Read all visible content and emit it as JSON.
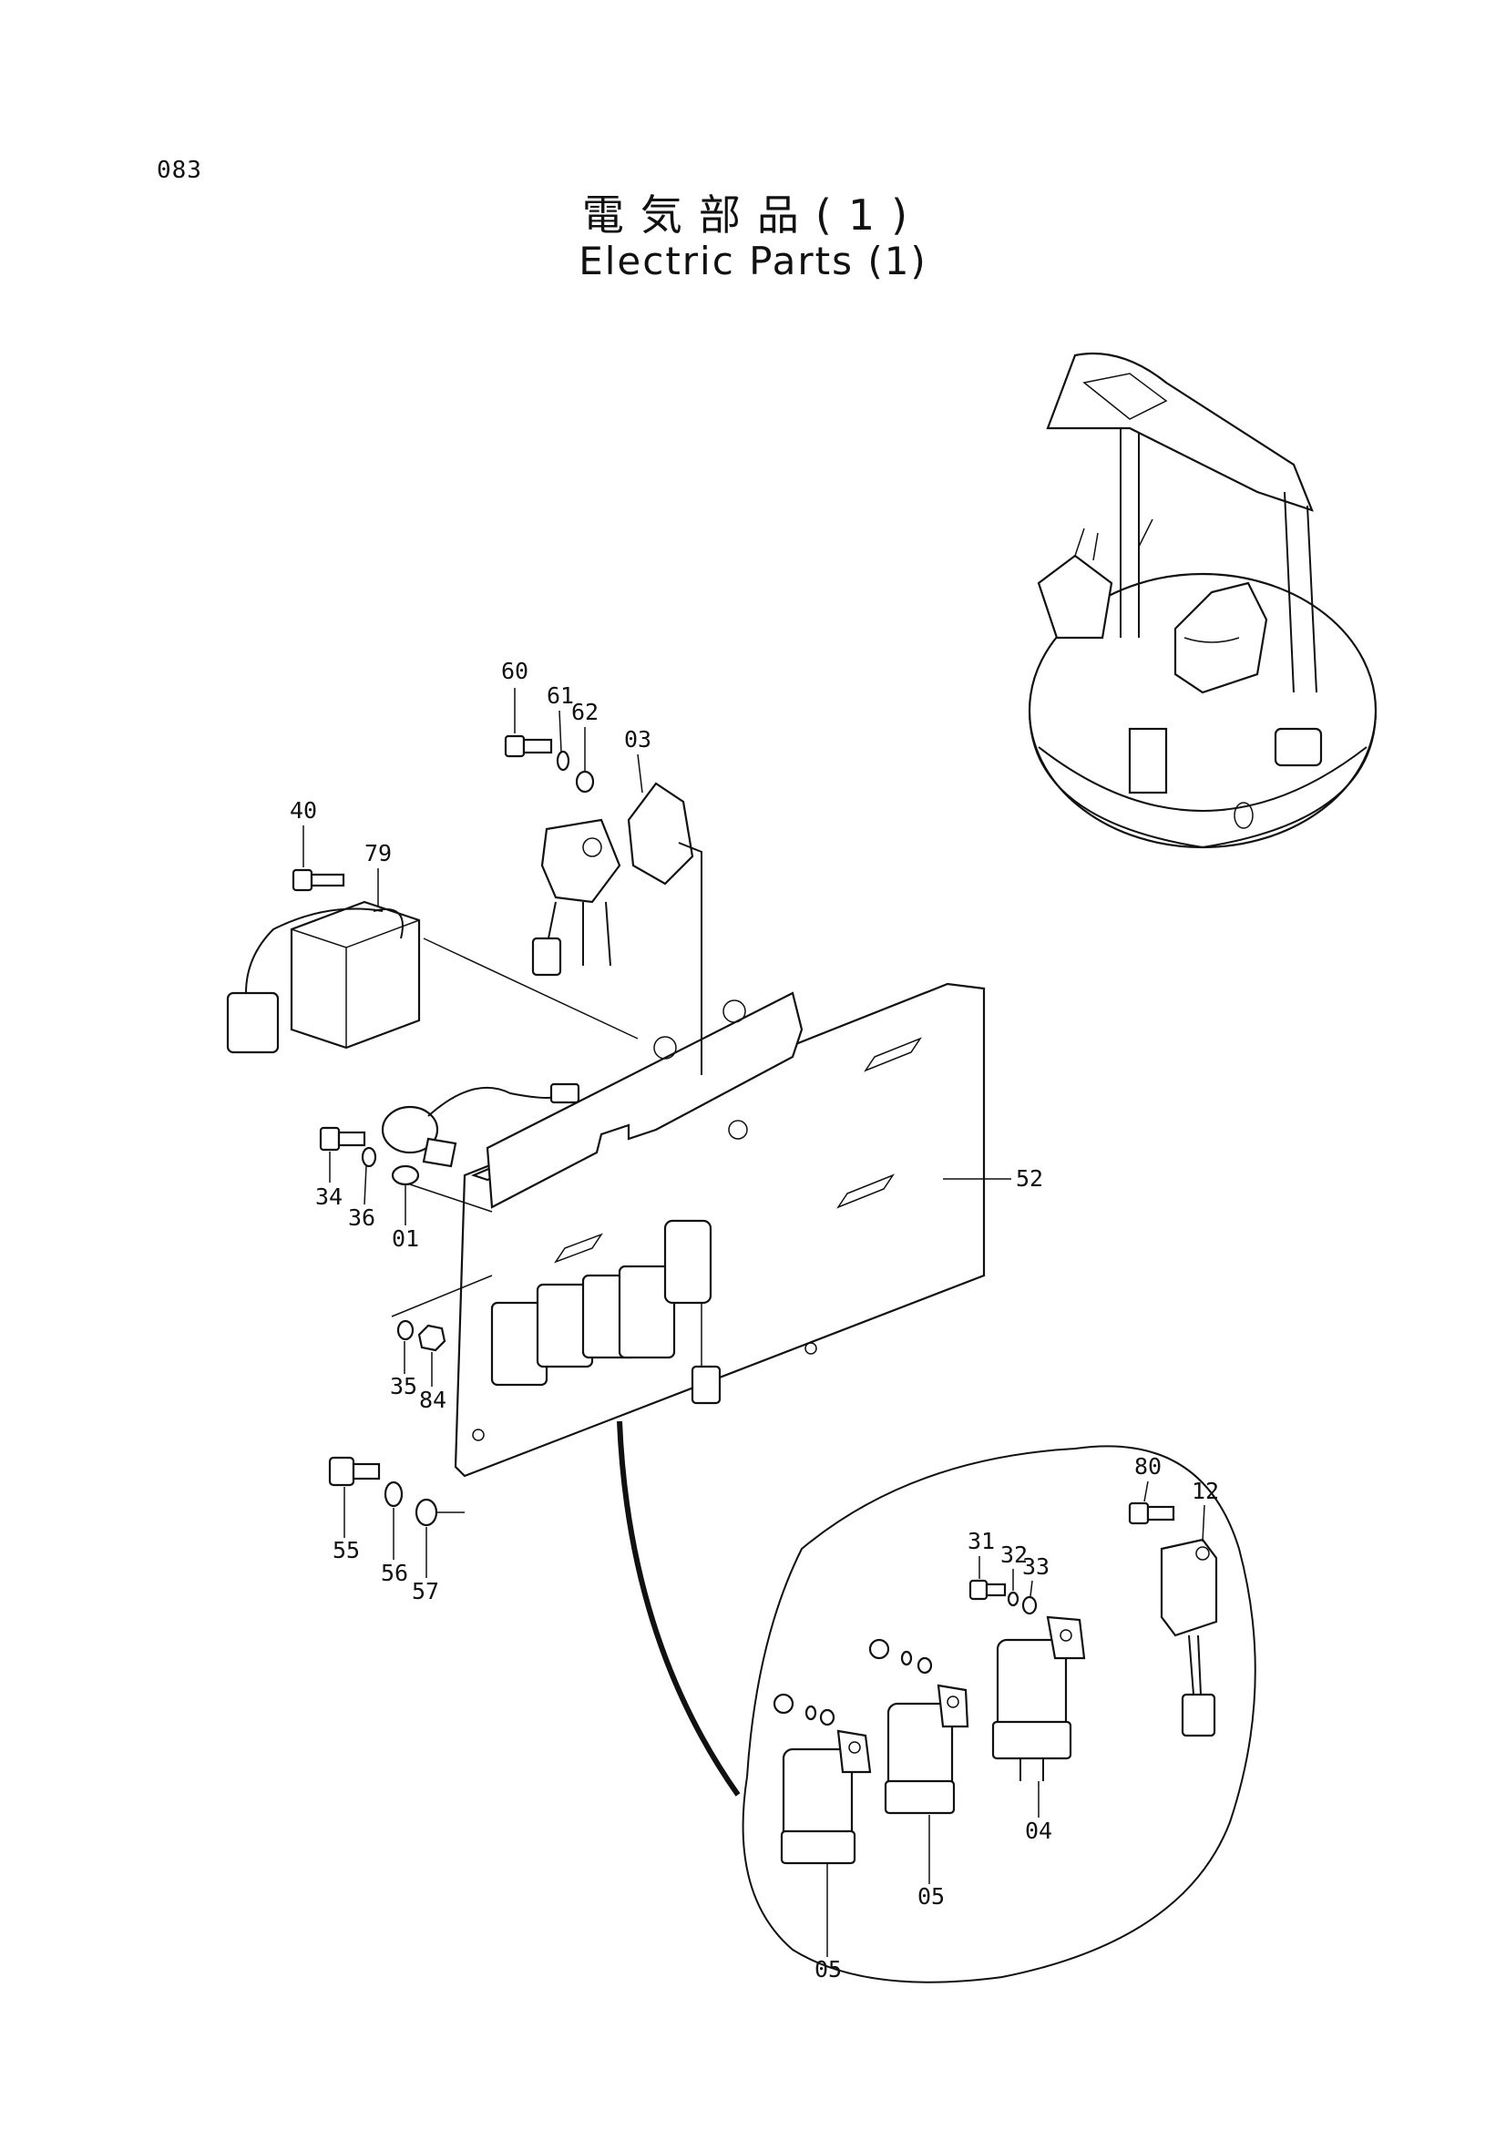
{
  "page_number": "083",
  "title_ja": "電気部品(1)",
  "title_en": "Electric Parts (1)",
  "callouts": {
    "c60": "60",
    "c61": "61",
    "c62": "62",
    "c03": "03",
    "c40": "40",
    "c79": "79",
    "c34": "34",
    "c36": "36",
    "c01": "01",
    "c52": "52",
    "c35": "35",
    "c84": "84",
    "c55": "55",
    "c56": "56",
    "c57": "57",
    "c80": "80",
    "c12": "12",
    "c31": "31",
    "c32": "32",
    "c33": "33",
    "c04": "04",
    "c05a": "05",
    "c05b": "05"
  }
}
